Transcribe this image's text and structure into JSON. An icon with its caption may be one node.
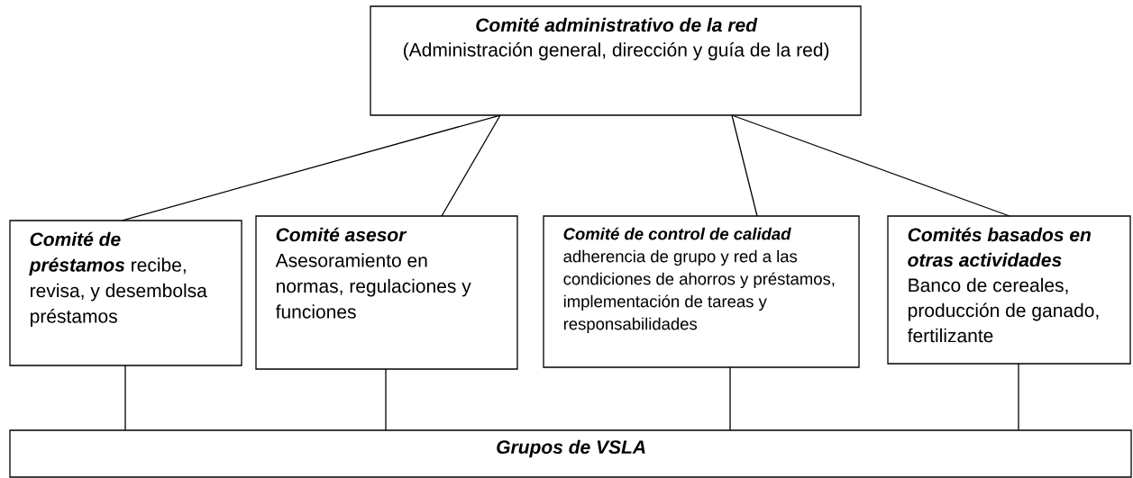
{
  "diagram": {
    "nodes": [
      {
        "text": [
          "Comité administrativo de la red",
          "(Administración general, dirección y guía de la red)"
        ]
      },
      {
        "text": [
          "Comité de préstamos",
          "recibe, revisa, y desembolsa préstamos"
        ]
      },
      {
        "text": [
          "Comité asesor",
          "Asesoramiento en normas, regulaciones y funciones"
        ]
      },
      {
        "text": [
          "Comité de control de calidad",
          "adherencia de grupo y red a las condiciones de ahorros y préstamos, implementación de tareas y responsabilidades"
        ]
      },
      {
        "text": [
          "Comités basados en otras actividades",
          "Banco de cereales, producción de ganado, fertilizante"
        ]
      },
      {
        "text": [
          "Grupos de VSLA"
        ]
      }
    ],
    "edges": [
      {
        "from": 0,
        "to": 1,
        "arrow": "none"
      },
      {
        "from": 0,
        "to": 2,
        "arrow": "none"
      },
      {
        "from": 0,
        "to": 3,
        "arrow": "none"
      },
      {
        "from": 0,
        "to": 4,
        "arrow": "none"
      },
      {
        "from": 1,
        "to": 5,
        "arrow": "none"
      },
      {
        "from": 2,
        "to": 5,
        "arrow": "none"
      },
      {
        "from": 3,
        "to": 5,
        "arrow": "none"
      },
      {
        "from": 4,
        "to": 5,
        "arrow": "none"
      }
    ]
  }
}
